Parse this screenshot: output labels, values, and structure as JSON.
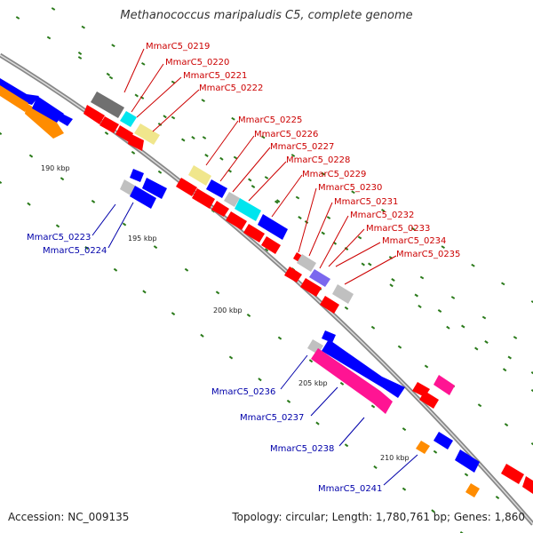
{
  "title": "Methanococcus maripaludis C5, complete genome",
  "footer": {
    "accession": "Accession: NC_009135",
    "summary": "Topology: circular; Length: 1,780,761 bp; Genes: 1,860"
  },
  "colors": {
    "backbone": "#888888",
    "tick": "#2a7a1a",
    "label_red": "#cc0000",
    "label_blue": "#0000aa",
    "gene_red": "#ff0000",
    "gene_blue": "#0000ff",
    "gene_gray": "#c0c0c0",
    "gene_darkgray": "#707070",
    "gene_cyan": "#00e5ee",
    "gene_khaki": "#f0e68c",
    "gene_orange": "#ff8c00",
    "gene_pink": "#ff1493",
    "gene_purple": "#7b68ee"
  },
  "scale_labels": [
    "190 kbp",
    "195 kbp",
    "200 kbp",
    "205 kbp",
    "210 kbp"
  ],
  "gene_labels": {
    "upper": [
      "MmarC5_0219",
      "MmarC5_0220",
      "MmarC5_0221",
      "MmarC5_0222",
      "MmarC5_0225",
      "MmarC5_0226",
      "MmarC5_0227",
      "MmarC5_0228",
      "MmarC5_0229",
      "MmarC5_0230",
      "MmarC5_0231",
      "MmarC5_0232",
      "MmarC5_0233",
      "MmarC5_0234",
      "MmarC5_0235"
    ],
    "lower": [
      "MmarC5_0223",
      "MmarC5_0224",
      "MmarC5_0236",
      "MmarC5_0237",
      "MmarC5_0238",
      "MmarC5_0241"
    ]
  }
}
